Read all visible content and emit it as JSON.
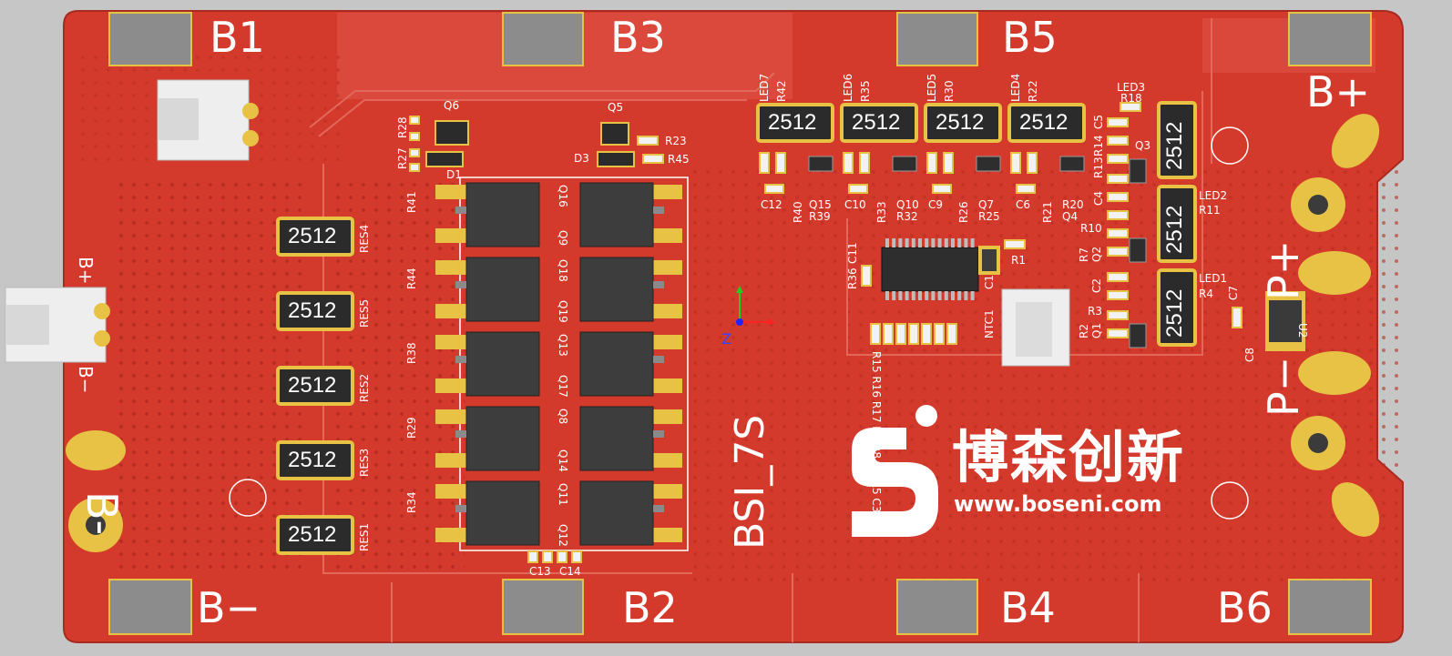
{
  "board": {
    "name": "BSI_7S",
    "brand_cn": "博森创新",
    "brand_url": "www.boseni.com",
    "colors": {
      "board": "#d43a2c",
      "pad": "#e7c244",
      "silk": "#ffffff",
      "chip": "#3a3a3a",
      "bg": "#c6c6c6"
    }
  },
  "terminals": {
    "b1": "B1",
    "b3": "B3",
    "b5": "B5",
    "bplus": "B+",
    "bminus_top": "B−",
    "b2": "B2",
    "b4": "B4",
    "b6": "B6",
    "bminus_left": "B-",
    "pplus": "P+",
    "pminus": "P−"
  },
  "connector_left": {
    "top": "B+",
    "bottom": "B−"
  },
  "resistors_left": [
    {
      "code": "2512",
      "label": "RES4"
    },
    {
      "code": "2512",
      "label": "RES5"
    },
    {
      "code": "2512",
      "label": "RES2"
    },
    {
      "code": "2512",
      "label": "RES3"
    },
    {
      "code": "2512",
      "label": "RES1"
    }
  ],
  "resistors_top": [
    {
      "code": "2512",
      "led": "LED7",
      "r": "R42"
    },
    {
      "code": "2512",
      "led": "LED6",
      "r": "R35"
    },
    {
      "code": "2512",
      "led": "LED5",
      "r": "R30"
    },
    {
      "code": "2512",
      "led": "LED4",
      "r": "R22"
    }
  ],
  "resistors_right": [
    {
      "code": "2512"
    },
    {
      "code": "2512"
    },
    {
      "code": "2512"
    }
  ],
  "mosfet_left_labels": [
    "R41",
    "R44",
    "R38",
    "R29",
    "R34"
  ],
  "mosfet_mid_labels": [
    "Q16",
    "Q9",
    "Q18",
    "Q19",
    "Q13",
    "Q17",
    "Q8",
    "Q14",
    "Q11",
    "Q12"
  ],
  "small_labels": {
    "q6": "Q6",
    "q5": "Q5",
    "d1": "D1",
    "d3": "D3",
    "r23": "R23",
    "r45": "R45",
    "r27": "R27",
    "r28": "R28",
    "c12": "C12",
    "r40": "R40",
    "q15": "Q15",
    "r39": "R39",
    "c10": "C10",
    "r33": "R33",
    "q10": "Q10",
    "r32": "R32",
    "c9": "C9",
    "r26": "R26",
    "q7": "Q7",
    "r25": "R25",
    "c6": "C6",
    "r21": "R21",
    "r20": "R20",
    "q4": "Q4",
    "led3": "LED3",
    "r18": "R18",
    "c5": "C5",
    "r14": "R14",
    "q3": "Q3",
    "r13": "R13",
    "c4": "C4",
    "led2": "LED2",
    "r11": "R11",
    "r10": "R10",
    "r7": "R7",
    "q2": "Q2",
    "c2": "C2",
    "led1": "LED1",
    "r4": "R4",
    "r3": "R3",
    "r2": "R2",
    "q1": "Q1",
    "c7": "C7",
    "c8": "C8",
    "u2": "U2",
    "r36": "R36",
    "c11": "C11",
    "r1": "R1",
    "c1": "C1",
    "ntc1": "NTC1",
    "bottom_row": "R15 R16 R17 R9 R8 R6 R5 C3",
    "c13": "C13",
    "c14": "C14",
    "z": "Z"
  }
}
